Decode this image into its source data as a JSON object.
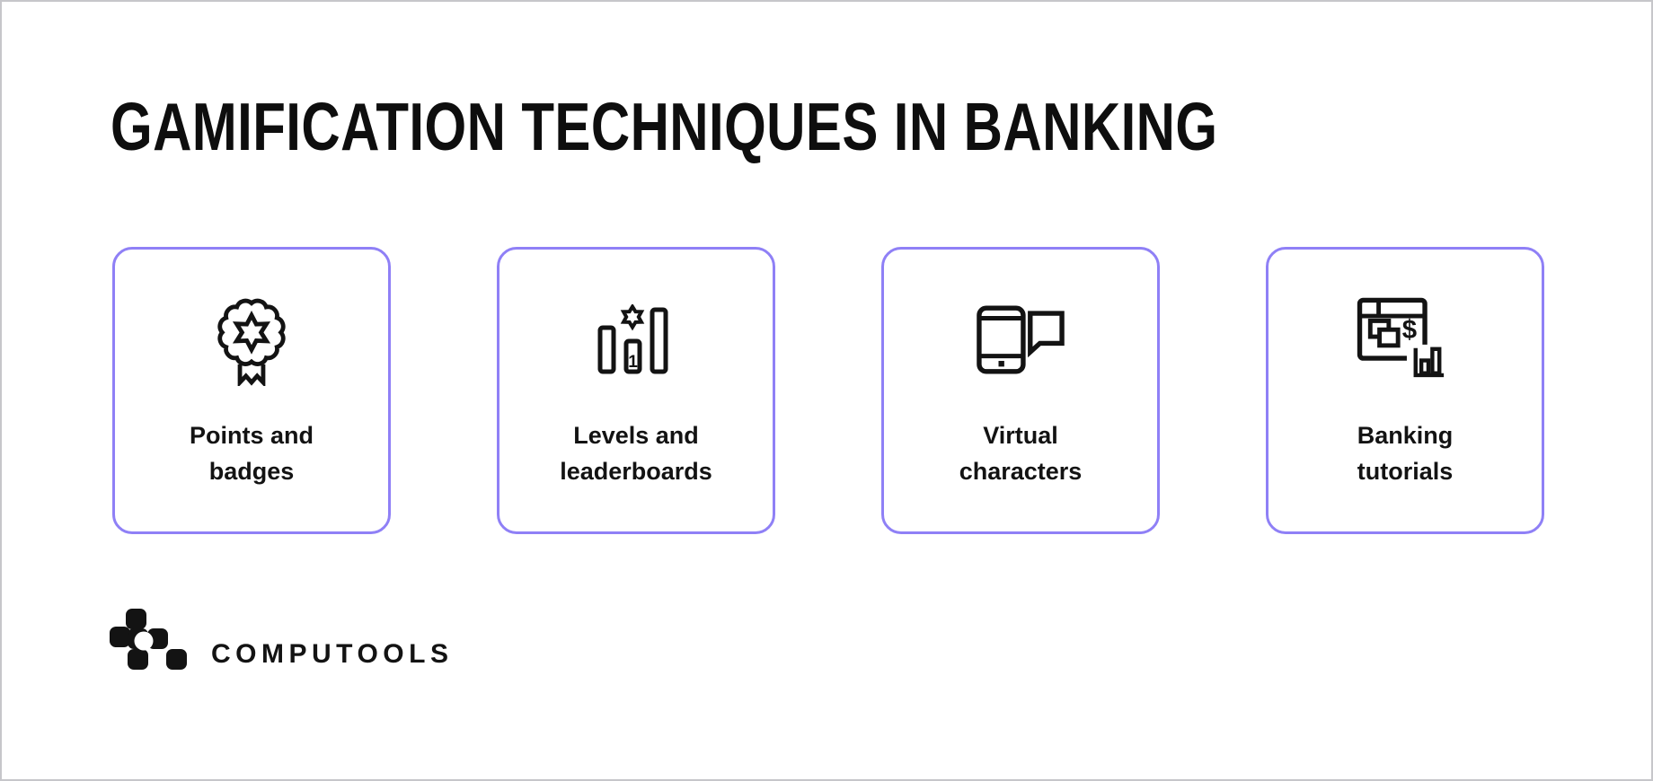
{
  "title": "GAMIFICATION TECHNIQUES IN BANKING",
  "cards": [
    {
      "icon": "award-badge-icon",
      "lines": [
        "Points and",
        "badges"
      ]
    },
    {
      "icon": "leaderboard-bars-icon",
      "rank_label": "1",
      "lines": [
        "Levels and",
        "leaderboards"
      ]
    },
    {
      "icon": "phone-chat-icon",
      "lines": [
        "Virtual",
        "characters"
      ]
    },
    {
      "icon": "tutorial-window-icon",
      "currency_symbol": "$",
      "lines": [
        "Banking",
        "tutorials"
      ]
    }
  ],
  "footer": {
    "brand_name": "COMPUTOOLS"
  },
  "colors": {
    "background": "#ffffff",
    "page_border": "#c6c6ca",
    "card_border": "#8f80f6",
    "ink": "#131313"
  }
}
